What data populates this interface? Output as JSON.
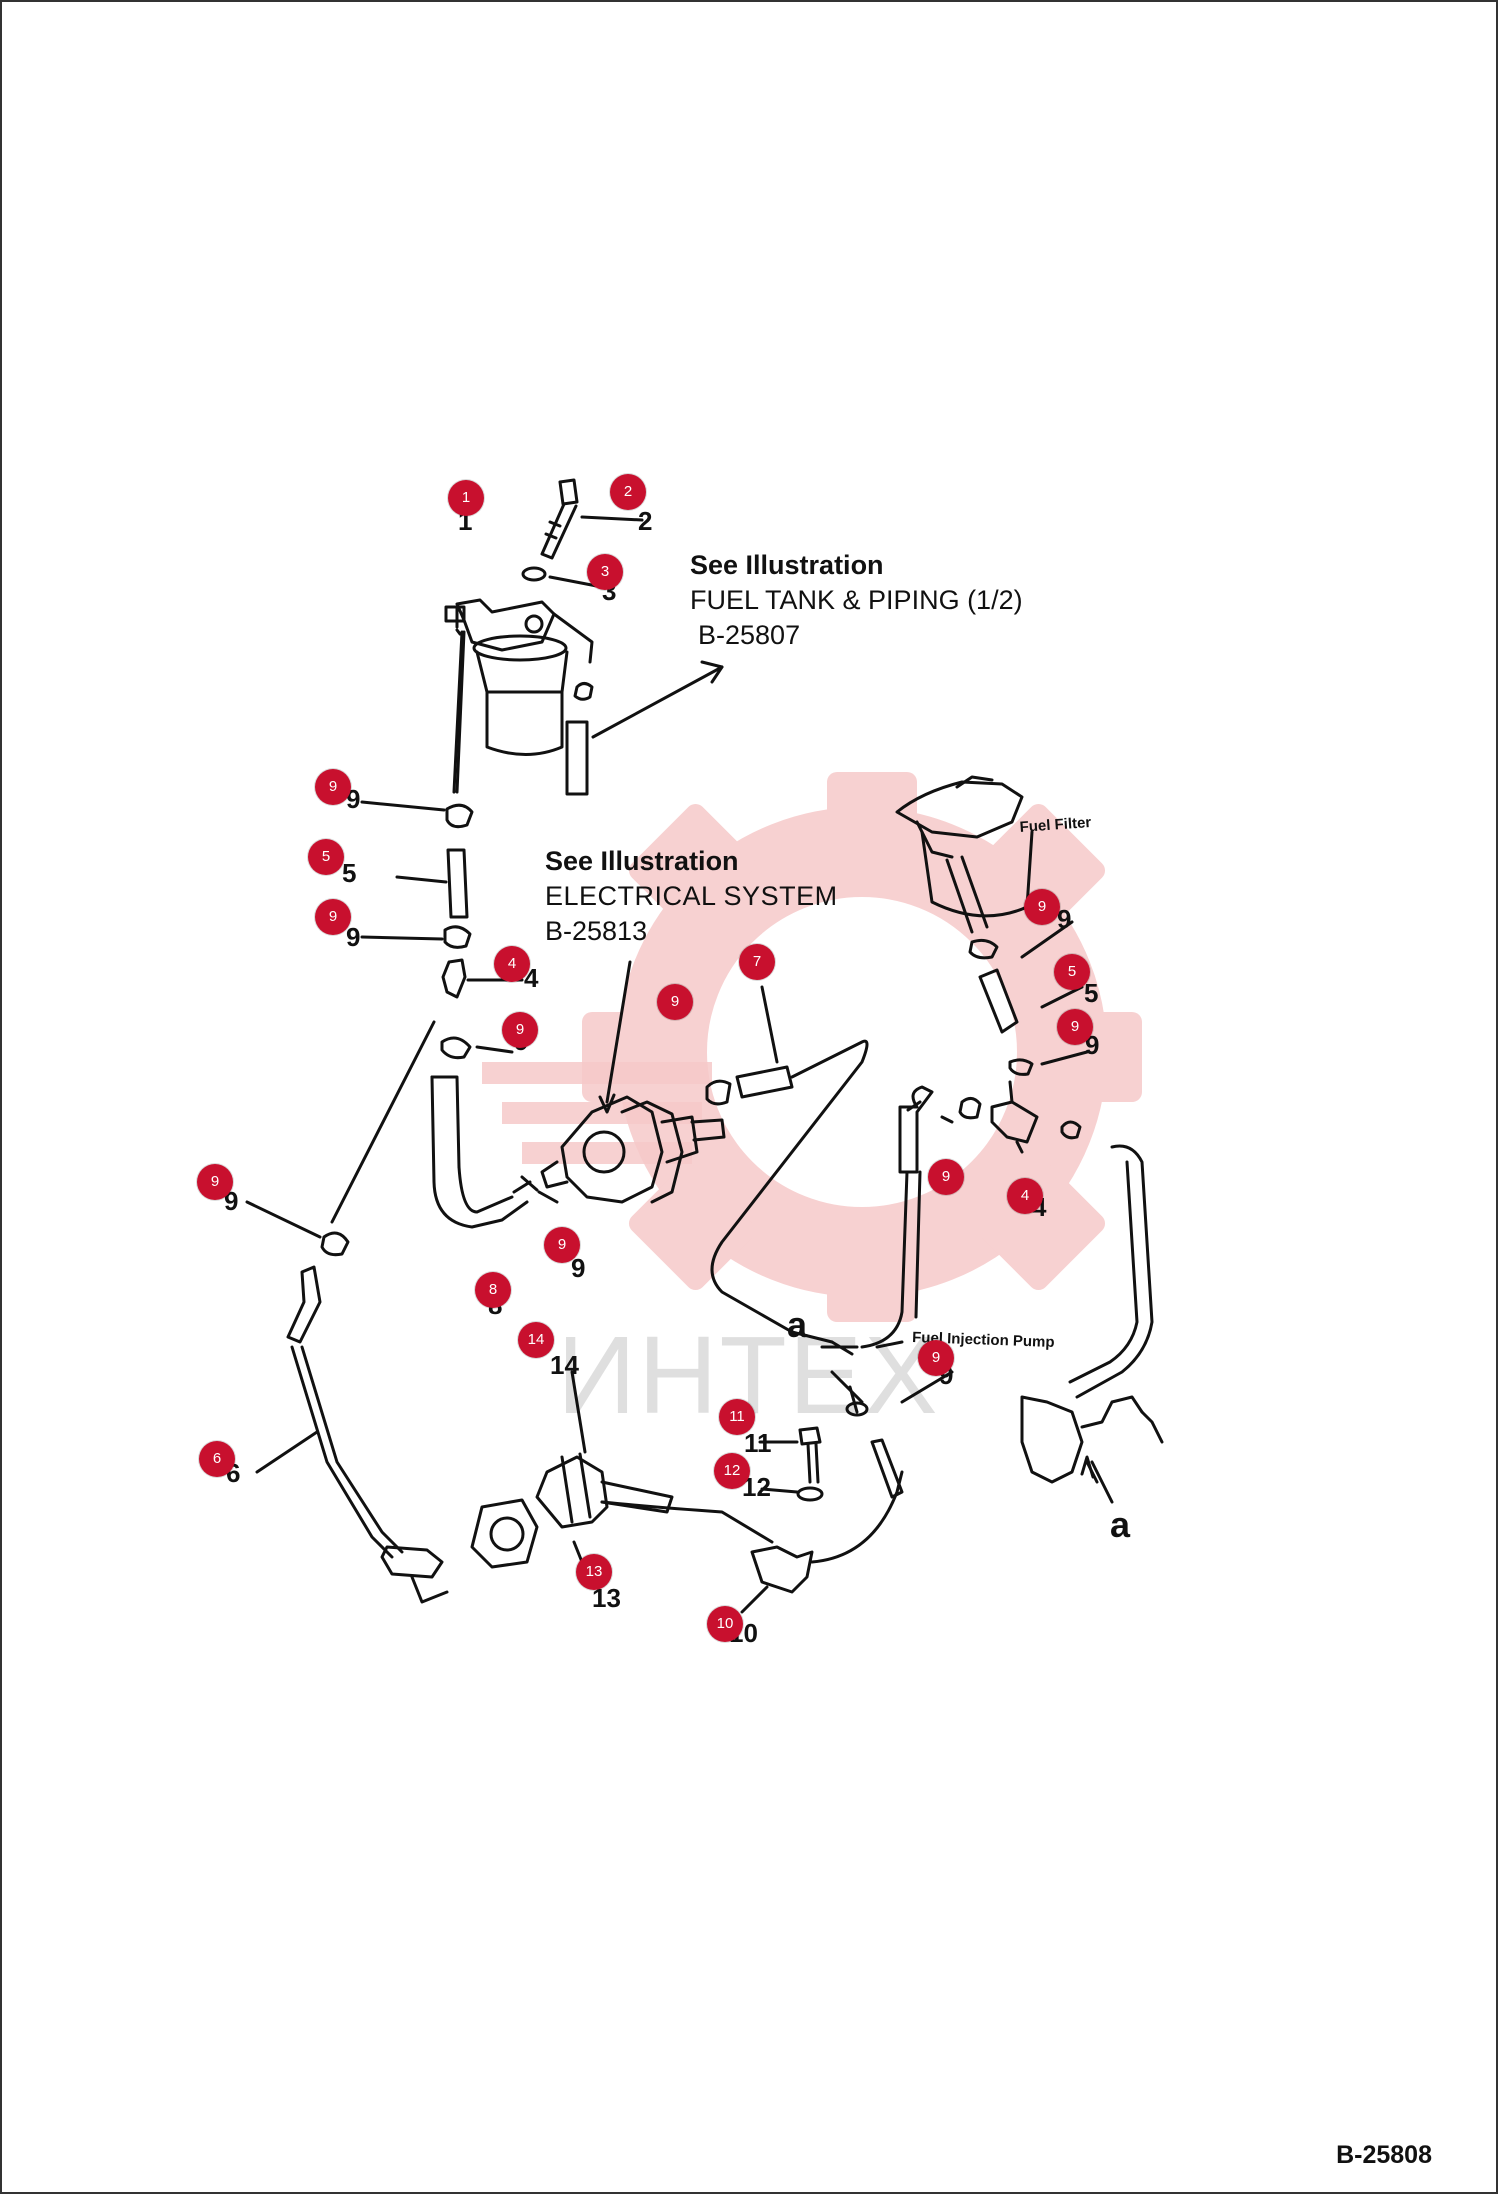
{
  "references": {
    "fuel_tank": {
      "see": "See Illustration",
      "title": "FUEL TANK & PIPING (1/2)",
      "code": "B-25807"
    },
    "electrical": {
      "see": "See Illustration",
      "title": "ELECTRICAL SYSTEM",
      "code": "B-25813"
    }
  },
  "labels": {
    "fuel_filter": "Fuel Filter",
    "fuel_injection_pump": "Fuel Injection Pump",
    "connection_a": "a"
  },
  "watermark": "ИНТЕХ",
  "page_code": "B-25808",
  "callouts": [
    "1",
    "2",
    "3",
    "9",
    "5",
    "9",
    "4",
    "9",
    "9",
    "9",
    "8",
    "6",
    "14",
    "13",
    "10",
    "11",
    "12",
    "9",
    "7",
    "9",
    "9",
    "5",
    "9",
    "9",
    "4"
  ],
  "part_numbers": [
    "1",
    "2",
    "3",
    "9",
    "5",
    "9",
    "4",
    "9",
    "9",
    "9",
    "8",
    "6",
    "14",
    "13",
    "10",
    "11",
    "12",
    "9",
    "9",
    "5",
    "9",
    "9",
    "4"
  ],
  "colors": {
    "callout": "#c8102e",
    "line": "#111111",
    "watermark": "#f2b8b8"
  }
}
